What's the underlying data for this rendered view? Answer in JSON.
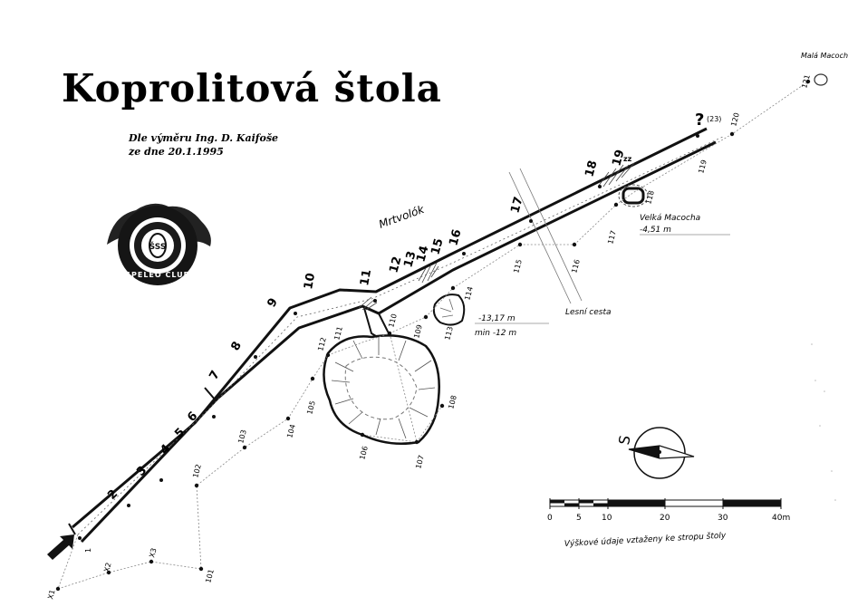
{
  "title": "Koprolitová  štola",
  "subtitle_line1": "Dle výměru Ing. D. Kaifoše",
  "subtitle_line2": "ze dne 20.1.1995",
  "logo_text": "SPELEO CLUB",
  "logo_mark": "ŠSS",
  "gallery_numbers": [
    "1",
    "2",
    "3",
    "4",
    "5",
    "6",
    "7",
    "8",
    "9",
    "10",
    "11",
    "12",
    "13",
    "14",
    "15",
    "16",
    "17",
    "18",
    "19"
  ],
  "survey_points": [
    "X1",
    "X2",
    "X3",
    "101",
    "102",
    "103",
    "104",
    "105",
    "106",
    "107",
    "108",
    "109",
    "110",
    "111",
    "112",
    "113",
    "114",
    "115",
    "116",
    "117",
    "118",
    "119",
    "120",
    "121"
  ],
  "labels": {
    "mrtvolok": "Mrtvolók",
    "lesni_cesta": "Lesní cesta",
    "velka_macocha": "Velká Macocha",
    "velka_depth": "-4,51 m",
    "pit_depth": "-13,17 m",
    "pit_min": "min -12 m",
    "question_mark": "?",
    "question_note": "(23)",
    "zz": "zz",
    "mala_macocha": "Malá Macocha"
  },
  "compass_letter": "S",
  "scale": {
    "ticks": [
      "0",
      "5",
      "10",
      "20",
      "30",
      "40m"
    ],
    "note": "Výškové údaje vztaženy ke stropu štoly"
  }
}
